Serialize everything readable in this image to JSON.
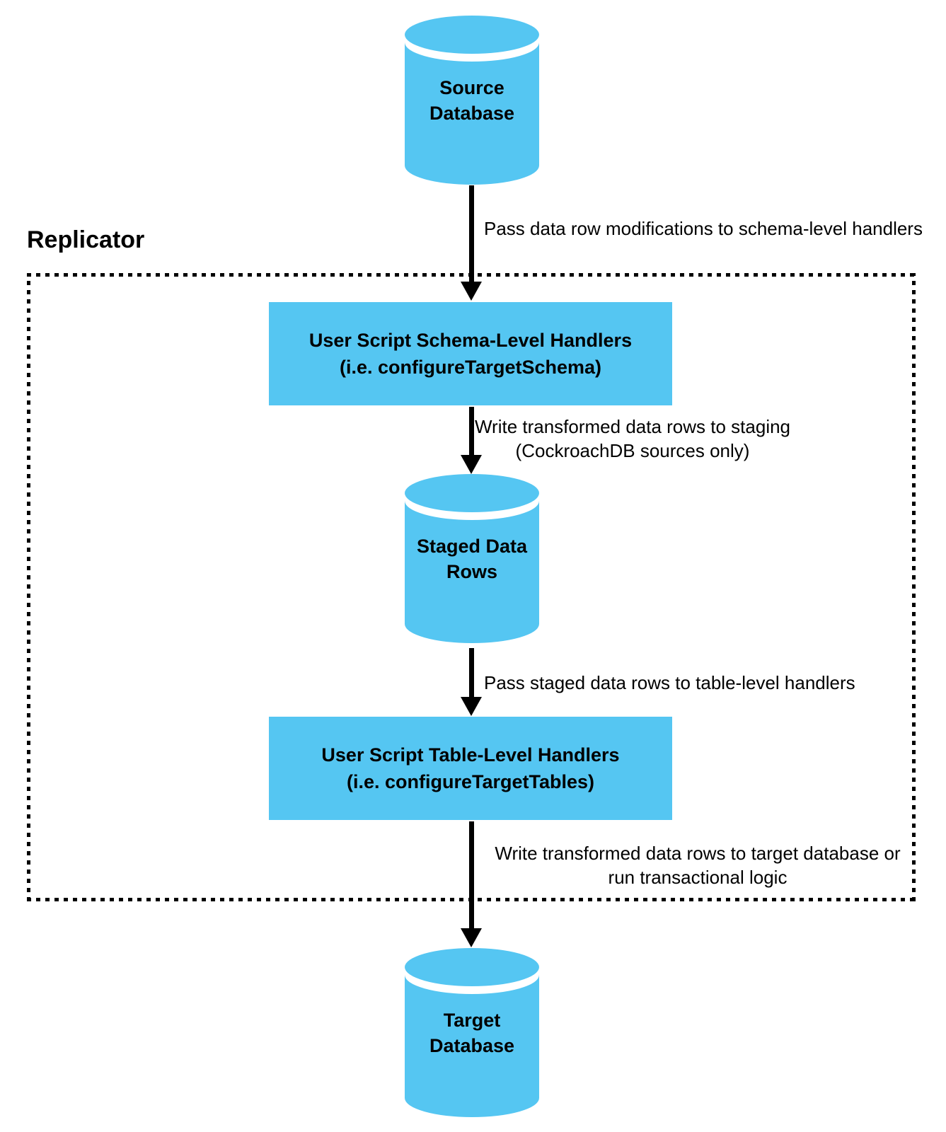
{
  "diagram": {
    "title": "Replicator",
    "nodes": {
      "source_db": {
        "line1": "Source",
        "line2": "Database"
      },
      "schema_handlers": {
        "line1": "User Script Schema-Level Handlers",
        "line2": "(i.e. configureTargetSchema)"
      },
      "staged_rows": {
        "line1": "Staged Data",
        "line2": "Rows"
      },
      "table_handlers": {
        "line1": "User Script Table-Level Handlers",
        "line2": "(i.e. configureTargetTables)"
      },
      "target_db": {
        "line1": "Target",
        "line2": "Database"
      }
    },
    "edges": {
      "source_to_schema": {
        "label": "Pass data row modifications to schema-level handlers"
      },
      "schema_to_staged": {
        "line1": "Write transformed data rows to staging",
        "line2": "(CockroachDB sources only)"
      },
      "staged_to_table": {
        "label": "Pass staged data rows to table-level handlers"
      },
      "table_to_target": {
        "line1": "Write transformed data rows to target database or",
        "line2": "run transactional logic"
      }
    },
    "colors": {
      "node_fill": "#55C6F2",
      "line": "#000000",
      "background": "#FFFFFF"
    }
  }
}
